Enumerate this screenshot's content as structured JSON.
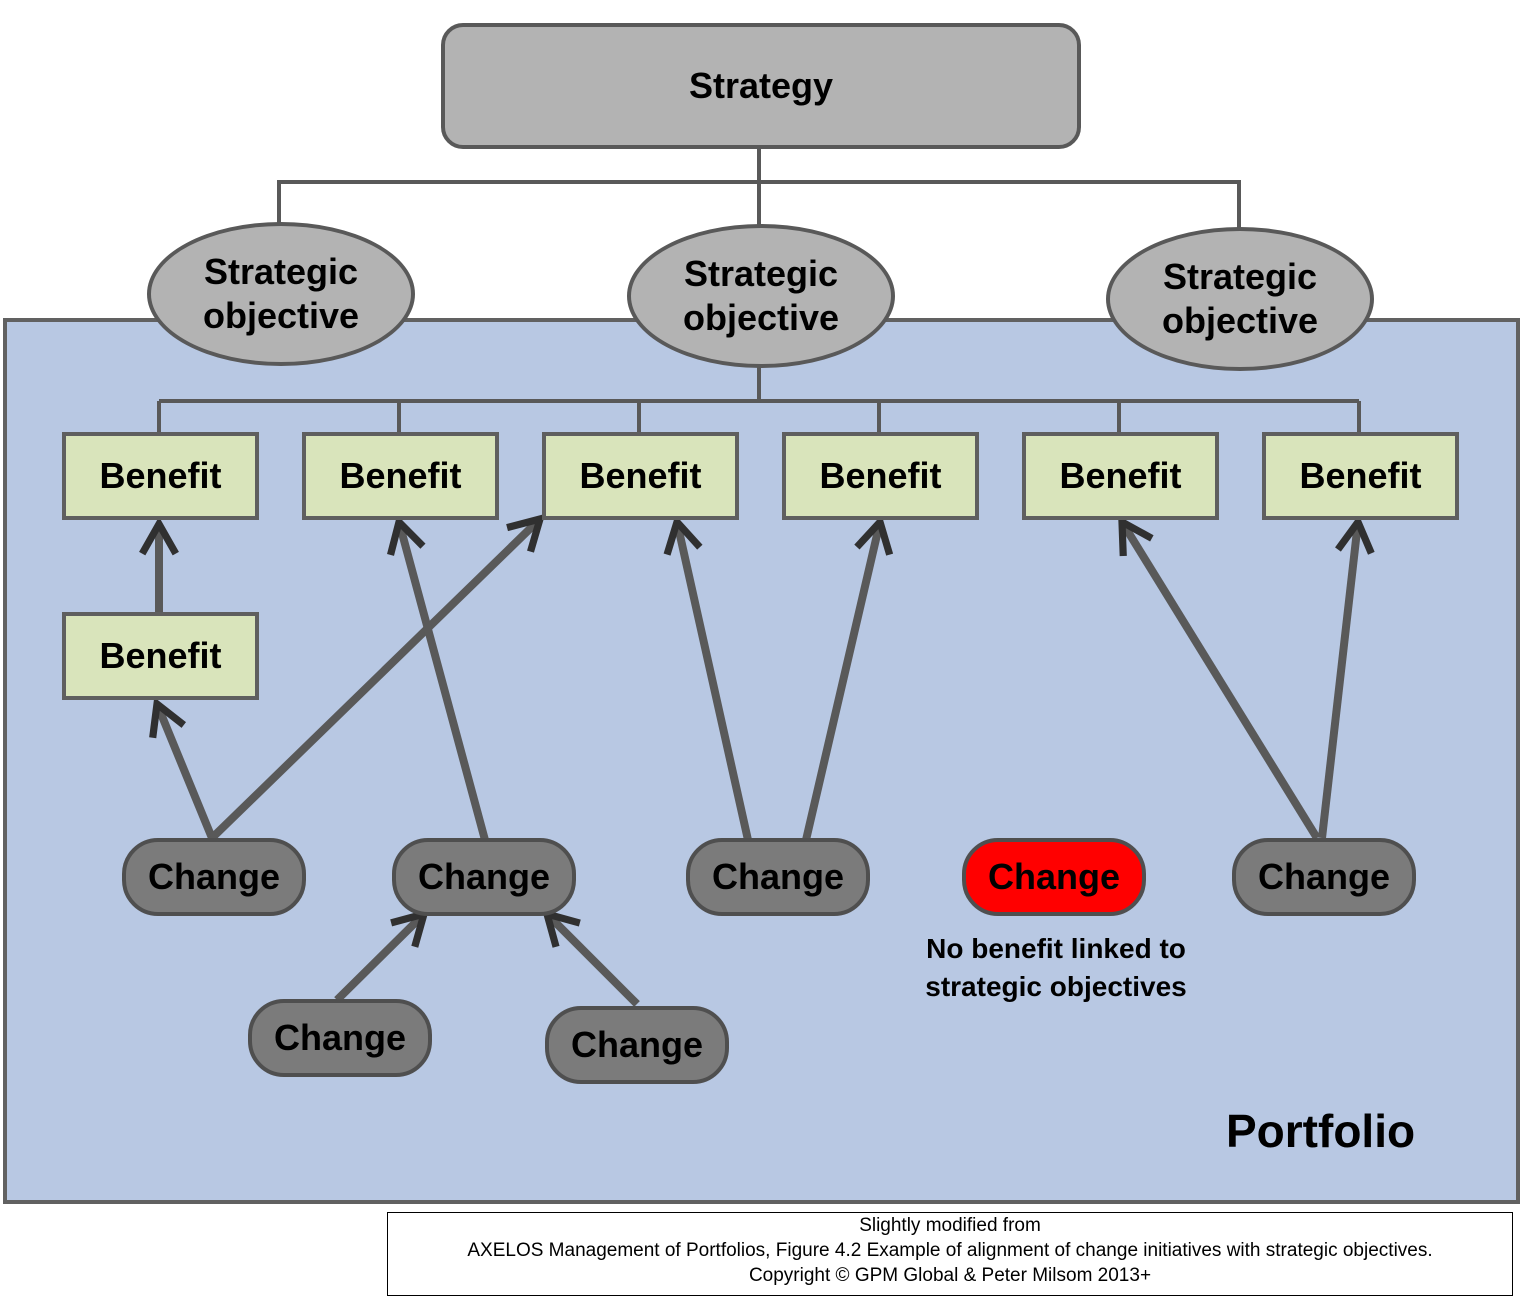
{
  "strategy": {
    "label": "Strategy"
  },
  "objectives": [
    {
      "line1": "Strategic",
      "line2": "objective"
    },
    {
      "line1": "Strategic",
      "line2": "objective"
    },
    {
      "line1": "Strategic",
      "line2": "objective"
    }
  ],
  "benefits": [
    {
      "label": "Benefit"
    },
    {
      "label": "Benefit"
    },
    {
      "label": "Benefit"
    },
    {
      "label": "Benefit"
    },
    {
      "label": "Benefit"
    },
    {
      "label": "Benefit"
    },
    {
      "label": "Benefit"
    }
  ],
  "changes": [
    {
      "label": "Change"
    },
    {
      "label": "Change"
    },
    {
      "label": "Change"
    },
    {
      "label": "Change"
    },
    {
      "label": "Change"
    },
    {
      "label": "Change"
    },
    {
      "label": "Change"
    }
  ],
  "portfolio": {
    "label": "Portfolio"
  },
  "note": {
    "line1": "No benefit linked to",
    "line2": "strategic objectives"
  },
  "caption": {
    "line1": "Slightly modified from",
    "line2": "AXELOS Management of Portfolios, Figure 4.2 Example of alignment of change initiatives with strategic objectives.",
    "line3": "Copyright © GPM Global & Peter Milsom 2013+"
  },
  "colors": {
    "portfolio_bg": "#b8c8e3",
    "strategy_fill": "#b3b3b3",
    "benefit_fill": "#d9e4bb",
    "change_fill": "#7b7b7b",
    "alert_change_fill": "#ff0000",
    "connector": "#595959"
  }
}
